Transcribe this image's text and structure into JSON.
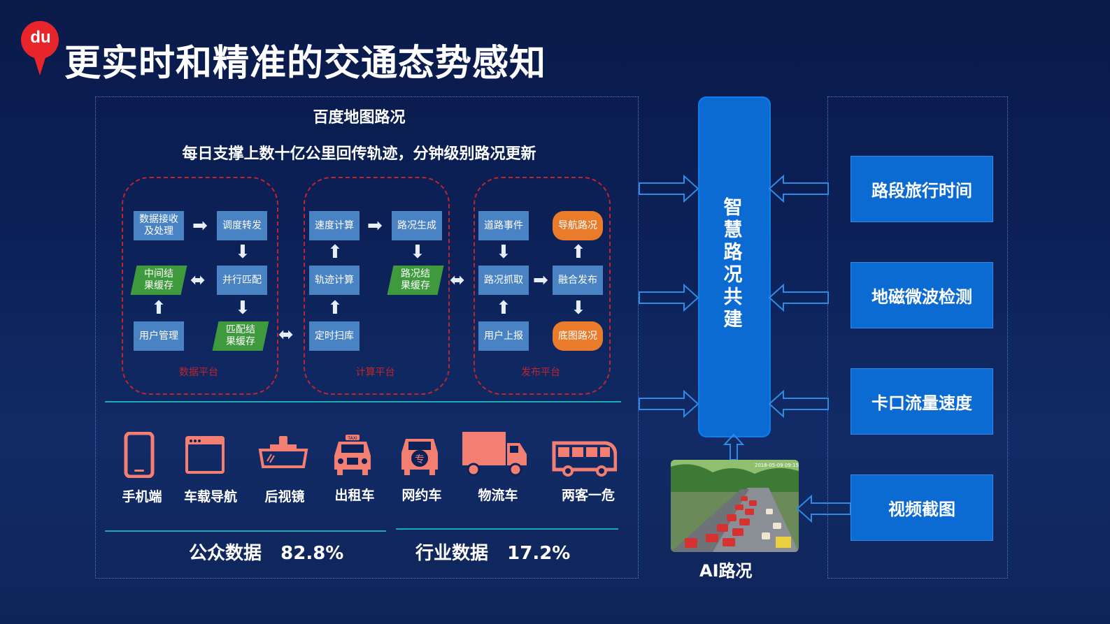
{
  "header": {
    "logo_text": "du",
    "title": "更实时和精准的交通态势感知"
  },
  "left_panel": {
    "heading": "百度地图路况",
    "subheading": "每日支撑上数十亿公里回传轨迹，分钟级别路况更新",
    "groups": [
      {
        "label": "数据平台",
        "nodes": {
          "data_receive": "数据接收\n及处理",
          "dispatch": "调度转发",
          "mid_cache": "中间结\n果缓存",
          "parallel_match": "并行匹配",
          "user_mgmt": "用户管理",
          "match_cache": "匹配结\n果缓存"
        }
      },
      {
        "label": "计算平台",
        "nodes": {
          "speed_calc": "速度计算",
          "traffic_gen": "路况生成",
          "track_calc": "轨迹计算",
          "traffic_cache": "路况结\n果缓存",
          "timed_scan": "定时扫库"
        }
      },
      {
        "label": "发布平台",
        "nodes": {
          "road_event": "道路事件",
          "nav_traffic": "导航路况",
          "traffic_capture": "路况抓取",
          "fusion_publish": "融合发布",
          "user_report": "用户上报",
          "base_traffic": "底图路况"
        }
      }
    ],
    "sources": [
      {
        "label": "手机端",
        "icon": "phone-icon"
      },
      {
        "label": "车载导航",
        "icon": "car-nav-icon"
      },
      {
        "label": "后视镜",
        "icon": "rearview-mirror-icon"
      },
      {
        "label": "出租车",
        "icon": "taxi-icon"
      },
      {
        "label": "网约车",
        "icon": "ride-hailing-icon"
      },
      {
        "label": "物流车",
        "icon": "truck-icon"
      },
      {
        "label": "两客一危",
        "icon": "bus-icon"
      }
    ],
    "taxi_sign": "TAXI",
    "ride_sign": "专",
    "stats": {
      "public": "公众数据   82.8%",
      "industry": "行业数据   17.2%"
    }
  },
  "center": {
    "pillar": "智慧路况共建",
    "ai_label": "AI路况",
    "photo_timestamp": "2018-05-09 09:15"
  },
  "right_panel": {
    "items": [
      "路段旅行时间",
      "地磁微波检测",
      "卡口流量速度",
      "视频截图"
    ]
  },
  "colors": {
    "node_blue": "#4a83c4",
    "node_green": "#3e9a3d",
    "node_orange": "#ea7b2a",
    "group_border": "#c0252c",
    "pillar_blue": "#0c6bd3",
    "icon_salmon": "#f37f73",
    "logo_red": "#e8252a"
  }
}
